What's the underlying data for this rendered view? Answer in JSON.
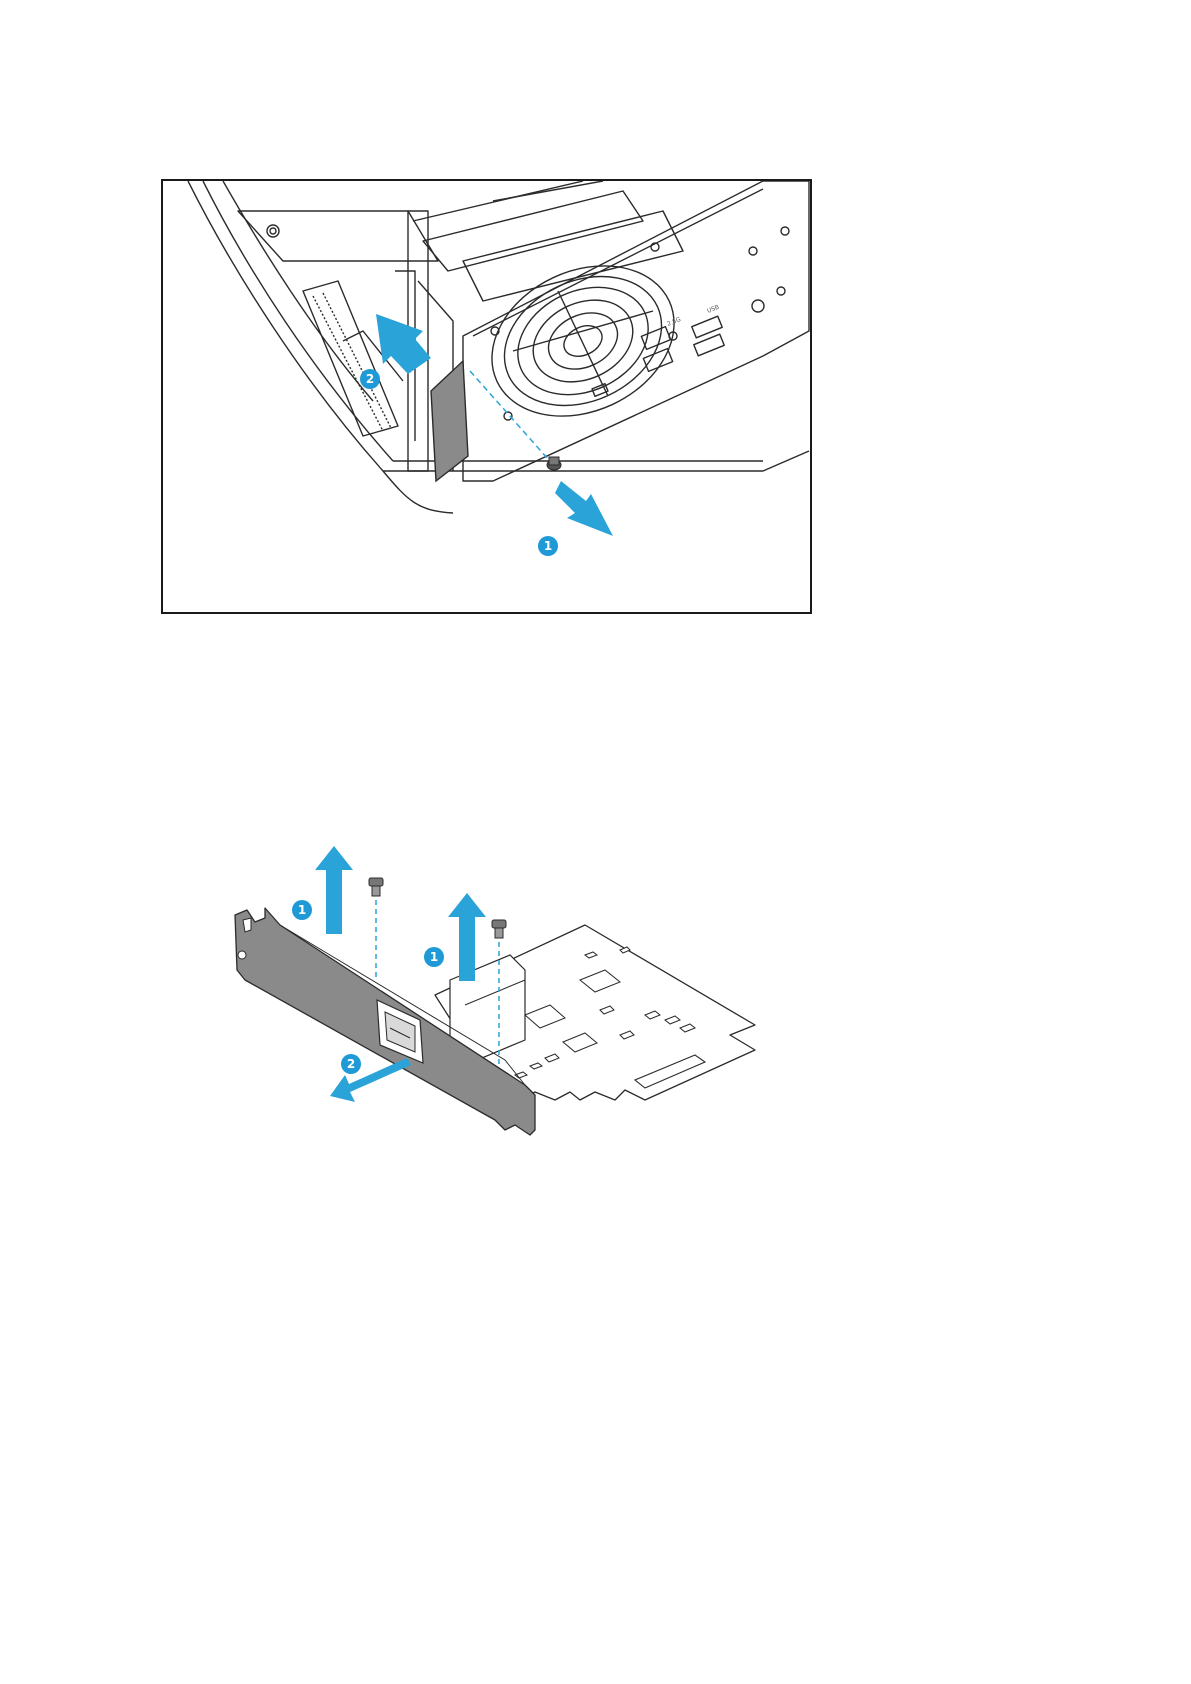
{
  "page": {
    "background": "#ffffff"
  },
  "colors": {
    "arrow": "#2aa3d9",
    "badge": "#1f9ad6",
    "line": "#2b2b2b",
    "bracket": "#8a8a8a",
    "border": "#1a1a1a"
  },
  "figure1": {
    "steps": [
      {
        "number": "1",
        "icon": "arrow-down-right-icon"
      },
      {
        "number": "2",
        "icon": "arrow-up-left-icon"
      }
    ],
    "port_labels": [
      "2.5G",
      "USB"
    ]
  },
  "figure2": {
    "steps": [
      {
        "number": "1",
        "icon": "arrow-up-icon"
      },
      {
        "number": "1",
        "icon": "arrow-up-icon"
      },
      {
        "number": "2",
        "icon": "arrow-left-down-icon"
      }
    ]
  }
}
